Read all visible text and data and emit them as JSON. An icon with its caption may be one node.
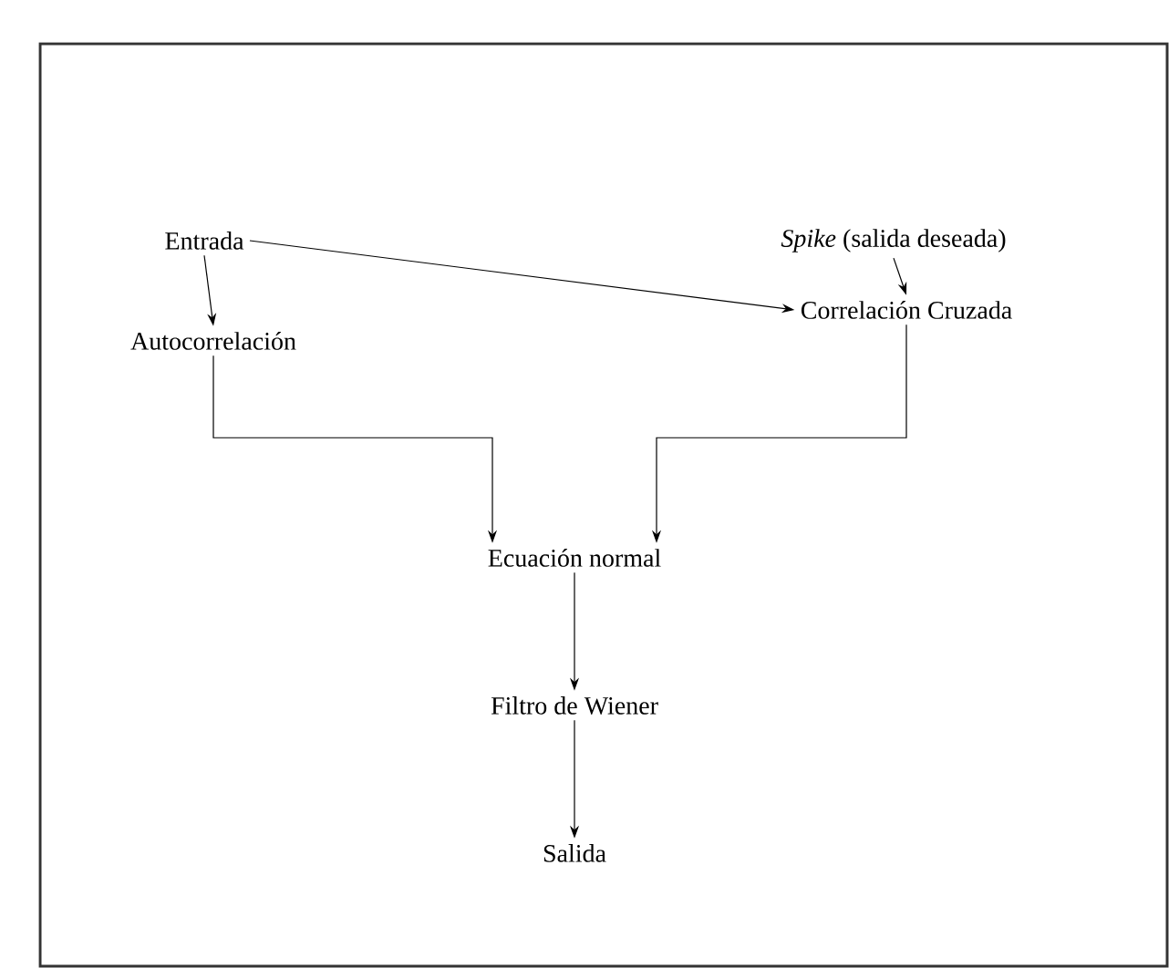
{
  "diagram": {
    "nodes": [
      {
        "text": [
          "Entrada"
        ]
      },
      {
        "text": [
          "*Spike* (salida deseada)"
        ]
      },
      {
        "text": [
          "Autocorrelación"
        ]
      },
      {
        "text": [
          "Correlación Cruzada"
        ]
      },
      {
        "text": [
          "Ecuación normal"
        ]
      },
      {
        "text": [
          "Filtro de Wiener"
        ]
      },
      {
        "text": [
          "Salida"
        ]
      }
    ],
    "edges": [
      {
        "from": 0,
        "to": 2,
        "arrow": "to"
      },
      {
        "from": 0,
        "to": 3,
        "arrow": "to"
      },
      {
        "from": 1,
        "to": 3,
        "arrow": "to"
      },
      {
        "from": 2,
        "to": 4,
        "arrow": "to"
      },
      {
        "from": 3,
        "to": 4,
        "arrow": "to"
      },
      {
        "from": 4,
        "to": 5,
        "arrow": "to"
      },
      {
        "from": 5,
        "to": 6,
        "arrow": "to"
      }
    ]
  }
}
